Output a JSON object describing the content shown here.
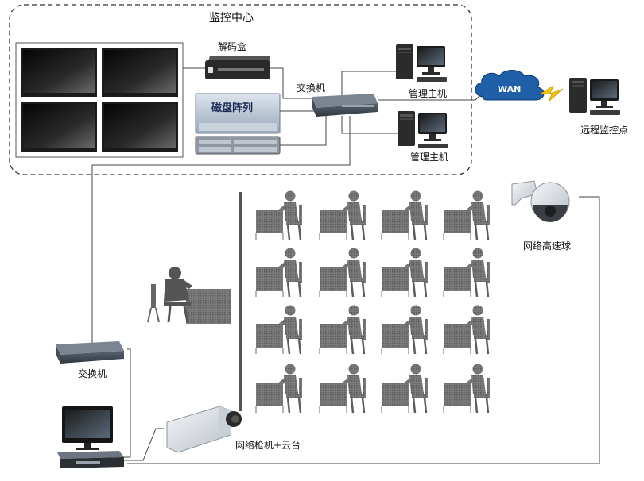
{
  "labels": {
    "monitoring_center": "监控中心",
    "decoder": "解码盒",
    "disk_array": "磁盘阵列",
    "switch_top": "交换机",
    "mgmt_host_1": "管理主机",
    "mgmt_host_2": "管理主机",
    "wan": "WAN",
    "remote_point": "远程监控点",
    "ptz_dome": "网络高速球",
    "switch_bottom": "交换机",
    "bullet_camera": "网络枪机+云台"
  },
  "classroom": {
    "rows": 4,
    "columns": 4
  },
  "colors": {
    "line": "#444444",
    "dashed_border": "#333333",
    "screen": "#111111",
    "person": "#707070",
    "wan_cloud": "#1f5fa8",
    "lightning": "#f2c400"
  }
}
